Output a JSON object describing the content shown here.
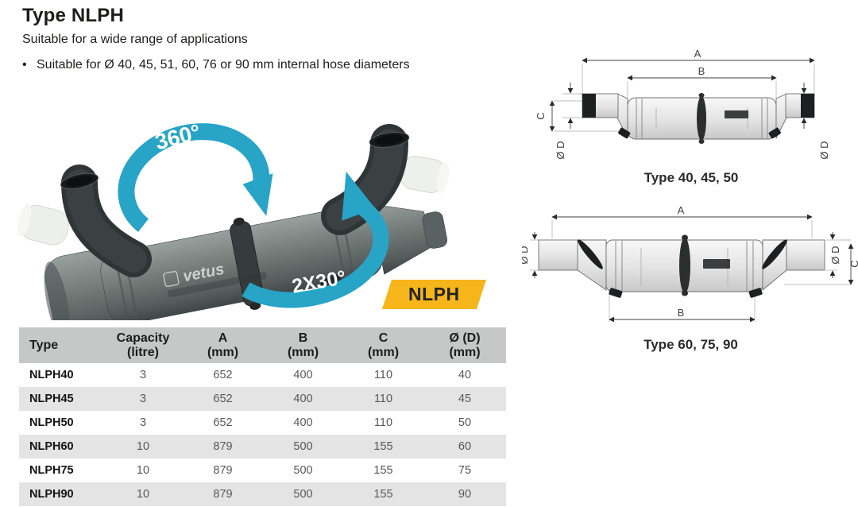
{
  "header": {
    "title": "Type NLPH",
    "subtitle": "Suitable for a wide range of applications",
    "bullet_marker": "•",
    "bullet_text": "Suitable for Ø 40, 45, 51, 60, 76 or 90 mm internal hose diameters"
  },
  "product": {
    "rotation_top": "360°",
    "rotation_bottom": "2X30°",
    "logo_text": "vetus",
    "badge_label": "NLPH"
  },
  "colors": {
    "arrow_cyan": "#27A4C6",
    "badge_yellow": "#F6B51B",
    "table_header_gray": "#C6C7C7",
    "table_alt_row_gray": "#E3E4E3"
  },
  "drawings": [
    {
      "caption": "Type 40, 45, 50",
      "labels": {
        "a": "A",
        "b": "B",
        "c": "C",
        "d": "Ø D"
      }
    },
    {
      "caption": "Type 60, 75, 90",
      "labels": {
        "a": "A",
        "b": "B",
        "c": "C",
        "d": "Ø D"
      }
    }
  ],
  "table": {
    "headers": [
      {
        "l1": "Type",
        "l2": ""
      },
      {
        "l1": "Capacity",
        "l2": "(litre)"
      },
      {
        "l1": "A",
        "l2": "(mm)"
      },
      {
        "l1": "B",
        "l2": "(mm)"
      },
      {
        "l1": "C",
        "l2": "(mm)"
      },
      {
        "l1": "Ø (D)",
        "l2": "(mm)"
      }
    ],
    "rows": [
      {
        "type": "NLPH40",
        "capacity": "3",
        "a": "652",
        "b": "400",
        "c": "110",
        "d": "40"
      },
      {
        "type": "NLPH45",
        "capacity": "3",
        "a": "652",
        "b": "400",
        "c": "110",
        "d": "45"
      },
      {
        "type": "NLPH50",
        "capacity": "3",
        "a": "652",
        "b": "400",
        "c": "110",
        "d": "50"
      },
      {
        "type": "NLPH60",
        "capacity": "10",
        "a": "879",
        "b": "500",
        "c": "155",
        "d": "60"
      },
      {
        "type": "NLPH75",
        "capacity": "10",
        "a": "879",
        "b": "500",
        "c": "155",
        "d": "75"
      },
      {
        "type": "NLPH90",
        "capacity": "10",
        "a": "879",
        "b": "500",
        "c": "155",
        "d": "90"
      }
    ]
  }
}
